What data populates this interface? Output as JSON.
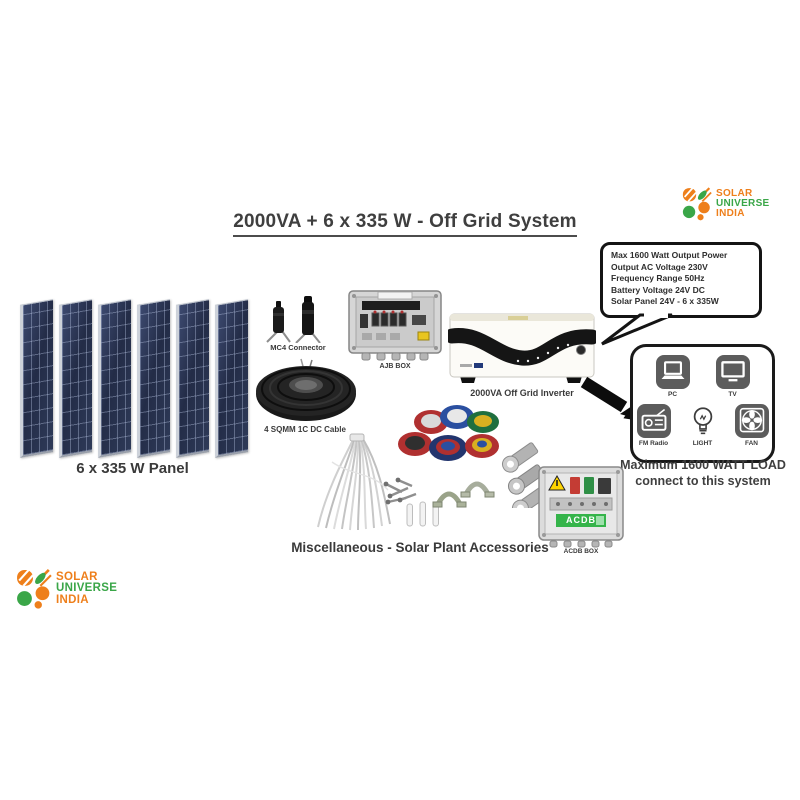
{
  "title": "2000VA + 6 x 335 W - Off Grid System",
  "brand": {
    "name_line1": "SOLAR",
    "name_line2": "UNIVERSE",
    "name_line3": "INDIA",
    "orange": "#ee7f1b",
    "green": "#3aa648"
  },
  "spec_bubble": {
    "lines": [
      "Max 1600 Watt Output Power",
      "Output AC Voltage 230V",
      "Frequency Range 50Hz",
      "Battery Voltage 24V DC",
      "Solar Panel 24V - 6 x 335W"
    ]
  },
  "components": {
    "panels": {
      "label": "6 x 335 W Panel",
      "count": 6,
      "panel_color": "#2e3a58"
    },
    "mc4": {
      "label": "MC4 Connector"
    },
    "ajb": {
      "label": "AJB BOX"
    },
    "cable": {
      "label": "4 SQMM 1C DC Cable"
    },
    "inverter": {
      "label": "2000VA Off Grid Inverter"
    },
    "misc": {
      "label": "Miscellaneous - Solar Plant Accessories"
    },
    "acdb": {
      "label": "ACDB BOX",
      "panel_text": "ACDB",
      "panel_color": "#35b44a"
    }
  },
  "load_box": {
    "items": [
      {
        "label": "PC",
        "icon": "laptop-icon"
      },
      {
        "label": "TV",
        "icon": "tv-icon"
      },
      {
        "label": "FM Radio",
        "icon": "radio-icon"
      },
      {
        "label": "LIGHT",
        "icon": "bulb-icon"
      },
      {
        "label": "FAN",
        "icon": "fan-icon"
      }
    ],
    "caption_line1": "Maximum 1600 WATT LOAD",
    "caption_line2": "connect to this system"
  }
}
